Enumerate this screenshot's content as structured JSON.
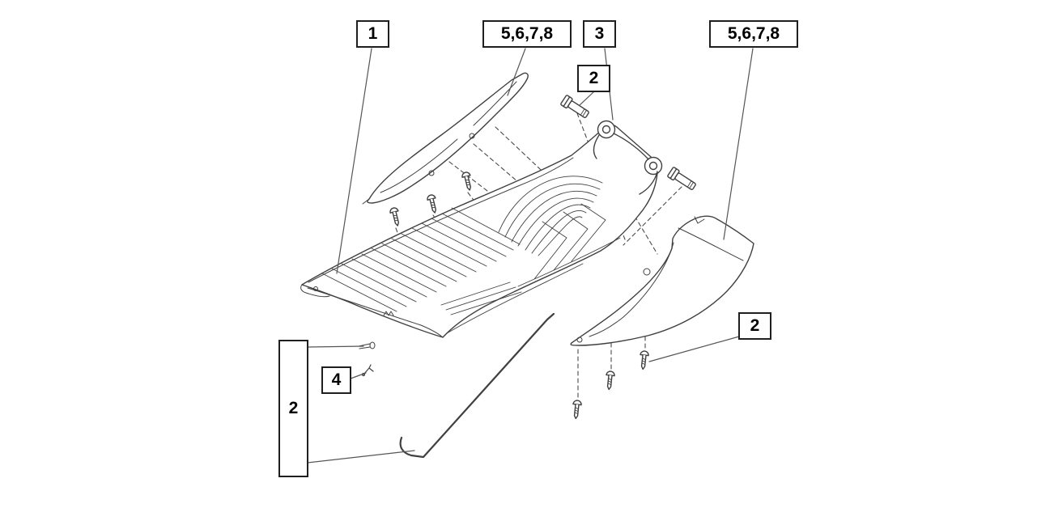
{
  "diagram": {
    "colors": {
      "background": "#ffffff",
      "line": "#404040",
      "callout_border": "#1f1f1f",
      "leader": "#555555"
    },
    "callouts": [
      {
        "id": "1",
        "label": "1"
      },
      {
        "id": "5678-left",
        "label": "5,6,7,8"
      },
      {
        "id": "3",
        "label": "3"
      },
      {
        "id": "2-top",
        "label": "2"
      },
      {
        "id": "5678-right",
        "label": "5,6,7,8"
      },
      {
        "id": "2-right",
        "label": "2"
      },
      {
        "id": "4",
        "label": "4"
      },
      {
        "id": "2-left",
        "label": "2"
      }
    ]
  }
}
